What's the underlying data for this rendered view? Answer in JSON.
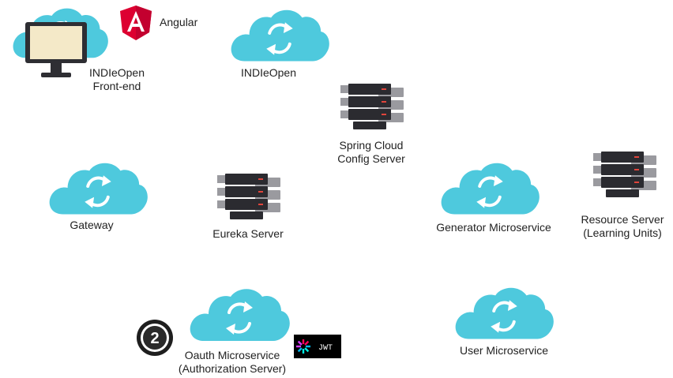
{
  "colors": {
    "cloud": "#4ec9dd",
    "cloud_arrows": "#ffffff",
    "server_dark": "#2b2b30",
    "server_light": "#9a9a9f",
    "server_led_red": "#e0453c",
    "angular_red": "#dd0031",
    "monitor_frame": "#2e2e33",
    "monitor_screen": "#f4e9c8"
  },
  "nodes": {
    "frontend": {
      "icon": "monitor-icon",
      "line1": "INDIeOpen",
      "line2": "Front-end"
    },
    "angular": {
      "icon": "angular-logo-icon",
      "label": "Angular"
    },
    "indieopen": {
      "icon": "cloud-sync-icon",
      "label": "INDIeOpen"
    },
    "config_server": {
      "icon": "server-rack-icon",
      "line1": "Spring Cloud",
      "line2": "Config Server"
    },
    "gateway": {
      "icon": "cloud-sync-icon",
      "label": "Gateway"
    },
    "eureka": {
      "icon": "server-rack-icon",
      "label": "Eureka Server"
    },
    "generator": {
      "icon": "cloud-sync-icon",
      "label": "Generator Microservice"
    },
    "resource_server": {
      "icon": "server-rack-icon",
      "line1": "Resource Server",
      "line2": "(Learning Units)"
    },
    "oauth": {
      "icon": "cloud-sync-icon",
      "line1": "Oauth Microservice",
      "line2": "(Authorization Server)"
    },
    "oauth2_badge": {
      "icon": "oauth2-logo-icon",
      "text": "2"
    },
    "jwt_badge": {
      "icon": "jwt-logo-icon",
      "text": "JWT"
    },
    "user": {
      "icon": "cloud-sync-icon",
      "label": "User Microservice"
    }
  }
}
